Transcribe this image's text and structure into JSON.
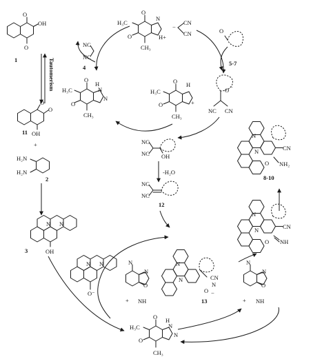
{
  "compounds": {
    "c1": "1",
    "c2": "2",
    "c3": "3",
    "c4": "4",
    "c11": "11",
    "c12": "12",
    "c13": "13",
    "c57": "5-7",
    "c810": "8-10"
  },
  "labels": {
    "tautomerism": "Tautomerism",
    "plus": "+",
    "water_loss": "-H₂O"
  },
  "atoms": {
    "OH": "OH",
    "O": "O",
    "N": "N",
    "NH": "NH",
    "H": "H",
    "CH3": "CH₃",
    "H3C": "H₃C",
    "CN": "CN",
    "NC": "NC",
    "H2N": "H₂N",
    "NH2": "NH₂",
    "Hplus": "H+",
    "Ominus": "O⁻",
    "plus": "+",
    "minus": "−"
  }
}
